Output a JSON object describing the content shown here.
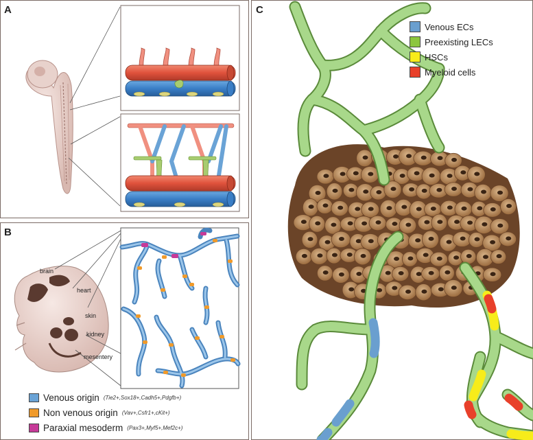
{
  "panels": {
    "a": {
      "label": "A"
    },
    "b": {
      "label": "B"
    },
    "c": {
      "label": "C"
    }
  },
  "organs": {
    "brain": "brain",
    "heart": "heart",
    "skin": "skin",
    "kidney": "kidney",
    "mesentery": "mesentery"
  },
  "legend_b": [
    {
      "label": "Venous origin",
      "markers": "(Tie2+,Sox18+,Cadh5+,Pdgfb+)",
      "color": "#6aa3d6"
    },
    {
      "label": "Non venous origin",
      "markers": "(Vav+,Csfr1+,cKit+)",
      "color": "#f09a2a"
    },
    {
      "label": "Paraxial mesoderm",
      "markers": "(Pax3+,Myf5+,Mef2c+)",
      "color": "#c63a98"
    }
  ],
  "legend_c": [
    {
      "label": "Venous ECs",
      "color": "#6a9fcf"
    },
    {
      "label": "Preexisting LECs",
      "color": "#8cc63e"
    },
    {
      "label": "HSCs",
      "color": "#f7ec1a"
    },
    {
      "label": "Myeloid cells",
      "color": "#e8402a"
    }
  ]
}
